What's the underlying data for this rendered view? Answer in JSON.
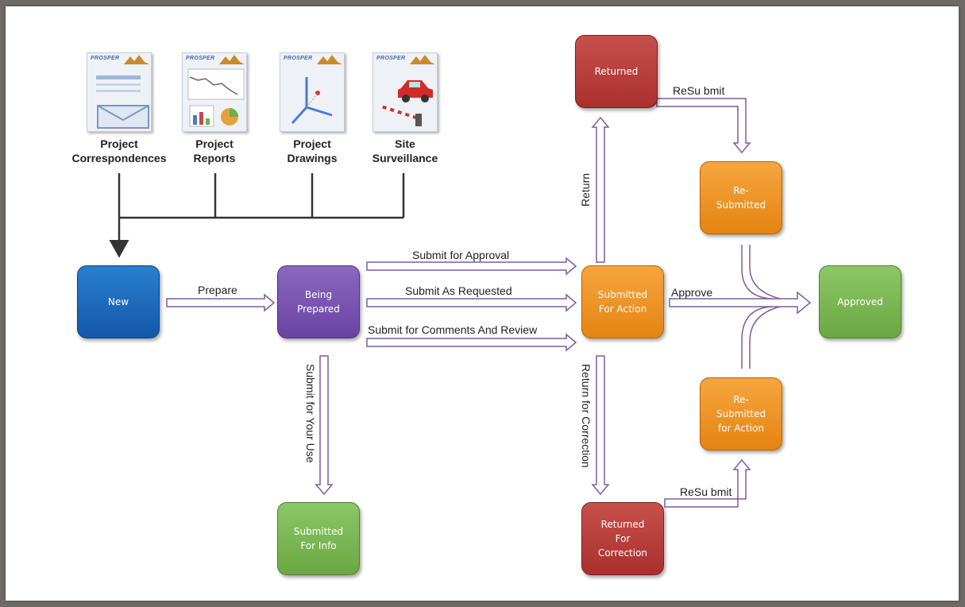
{
  "sources": [
    {
      "id": "correspondences",
      "caption": "Project\nCorrespondences",
      "logo": "PROSPER"
    },
    {
      "id": "reports",
      "caption": "Project\nReports",
      "logo": "PROSPER"
    },
    {
      "id": "drawings",
      "caption": "Project\nDrawings",
      "logo": "PROSPER"
    },
    {
      "id": "surveillance",
      "caption": "Site\nSurveillance",
      "logo": "PROSPER"
    }
  ],
  "nodes": {
    "new": "New",
    "being_prepared": "Being\nPrepared",
    "submitted_for_info": "Submitted\nFor Info",
    "submitted_for_action": "Submitted\nFor Action",
    "returned": "Returned",
    "returned_for_correction": "Returned\nFor\nCorrection",
    "resubmitted": "Re-\nSubmitted",
    "resubmitted_for_action": "Re-\nSubmitted\nfor Action",
    "approved": "Approved"
  },
  "edges": {
    "prepare": "Prepare",
    "submit_for_approval": "Submit  for Approval",
    "submit_as_requested": "Submit  As Requested",
    "submit_for_comments": "Submit  for Comments And Review",
    "submit_for_your_use": "Submit  for  Your Use",
    "return": "Return",
    "return_for_correction": "Return for Correction",
    "approve": "Approve",
    "resubmit_top": "ReSu bmit",
    "resubmit_bottom": "ReSu bmit"
  },
  "colors": {
    "new": "#1b67b8",
    "being_prepared": "#7452aa",
    "submitted": "#ee9427",
    "returned": "#b53c38",
    "approved": "#78b650",
    "arrow_outline": "#7b5ca8"
  }
}
